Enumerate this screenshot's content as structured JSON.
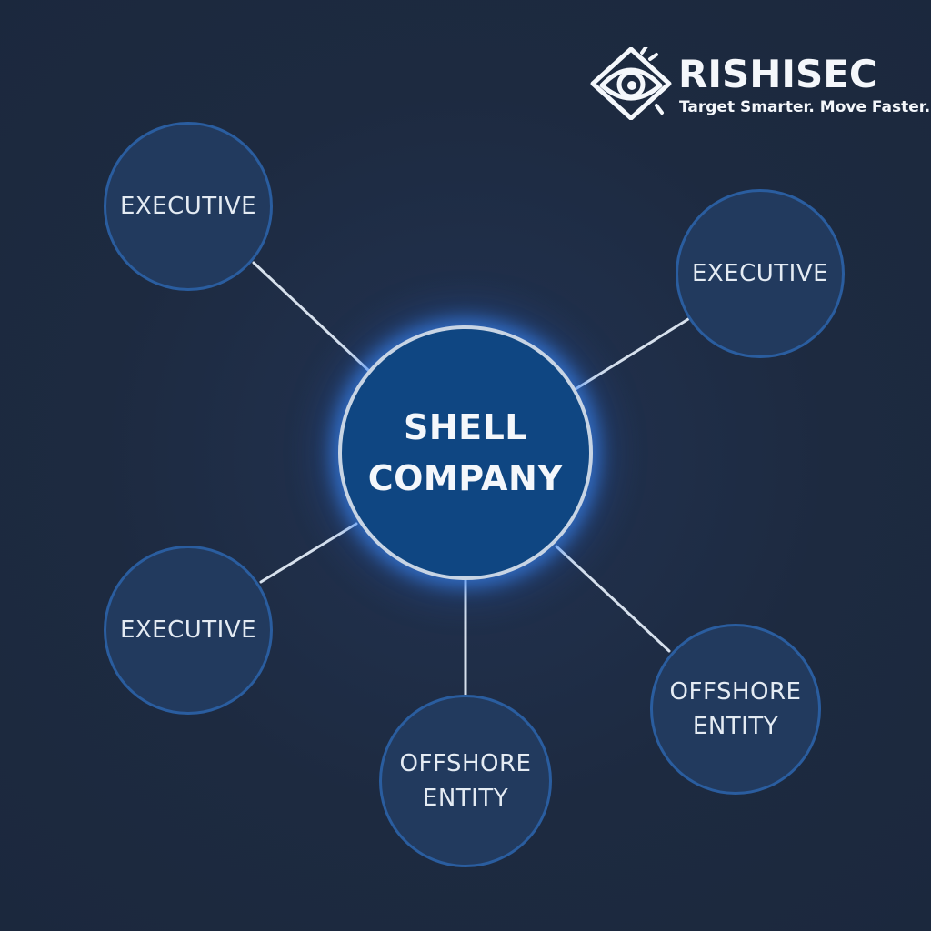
{
  "brand": {
    "name": "RISHISEC",
    "tagline": "Target Smarter. Move Faster.",
    "logo_icon": "eye-target-icon",
    "text_color": "#f4f7fb"
  },
  "diagram": {
    "center": {
      "label_line1": "SHELL",
      "label_line2": "COMPANY",
      "fill": "#0f4682",
      "glow": "#3c8cff"
    },
    "nodes": [
      {
        "label_line1": "EXECUTIVE"
      },
      {
        "label_line1": "EXECUTIVE"
      },
      {
        "label_line1": "EXECUTIVE"
      },
      {
        "label_line1": "OFFSHORE",
        "label_line2": "ENTITY"
      },
      {
        "label_line1": "OFFSHORE",
        "label_line2": "ENTITY"
      }
    ],
    "colors": {
      "background": "#1d2a40",
      "node_fill": "#223a5e",
      "node_border": "#2a5d9f",
      "connector": "#d6e0ec"
    }
  }
}
